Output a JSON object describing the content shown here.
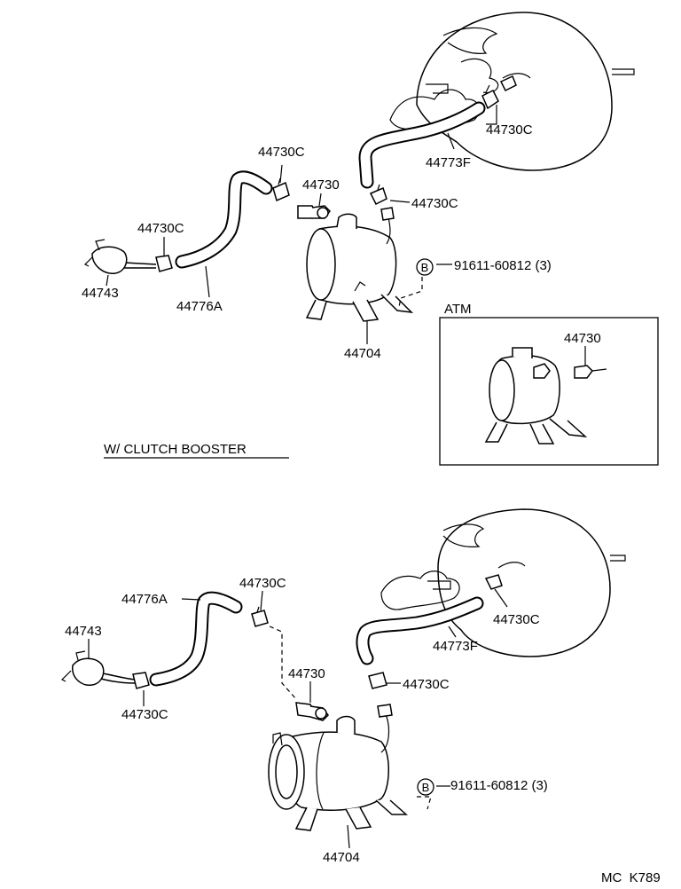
{
  "figure_code": "MC  K789",
  "section_label": "W/ CLUTCH BOOSTER",
  "inset": {
    "title": "ATM",
    "check_valve": "44730"
  },
  "top": {
    "clamp_booster": "44730C",
    "hose_booster": "44773F",
    "clamp_upper": "44730C",
    "check_valve": "44730",
    "clamp_tank": "44730C",
    "clamp_pipe": "44730C",
    "union": "44743",
    "hose_main": "44776A",
    "bolt_ref": "B",
    "bolt": "91611-60812 (3)",
    "tank": "44704"
  },
  "bottom": {
    "hose_main": "44776A",
    "clamp_upper": "44730C",
    "union": "44743",
    "clamp_pipe": "44730C",
    "check_valve": "44730",
    "clamp_booster": "44730C",
    "hose_booster": "44773F",
    "clamp_tank": "44730C",
    "bolt_ref": "B",
    "bolt": "91611-60812 (3)",
    "tank": "44704"
  }
}
